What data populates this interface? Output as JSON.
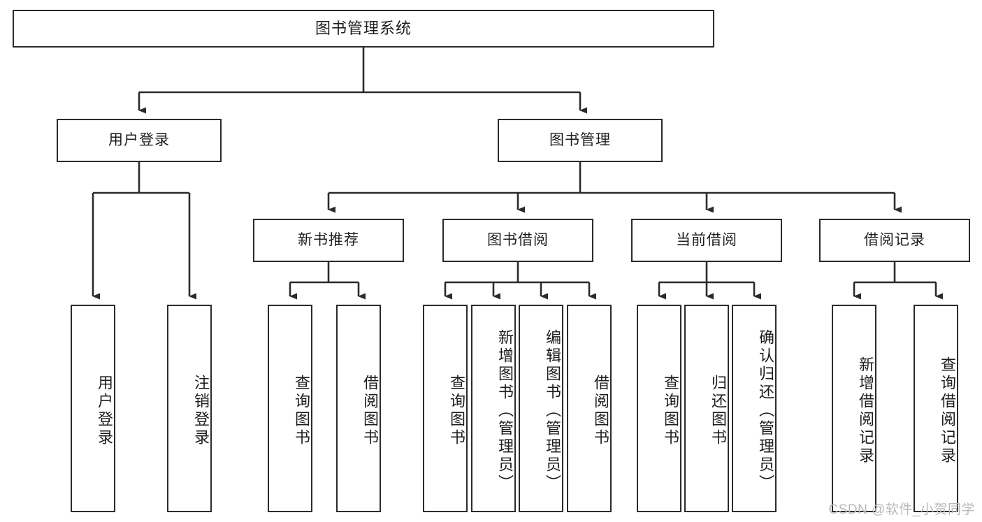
{
  "diagram": {
    "title": "图书管理系统",
    "type": "tree-hierarchy",
    "orientation": "top-down",
    "colors": {
      "box_border": "#2b2b2b",
      "box_fill": "#ffffff",
      "edge": "#2b2b2b",
      "text": "#1d1d1d",
      "watermark": "#b9b9b9",
      "background": "#ffffff"
    },
    "watermark": "CSDN @软件_小贺同学"
  },
  "nodes": {
    "root": {
      "label": "图书管理系统",
      "level": 1
    },
    "level2": [
      {
        "id": "user-login",
        "label": "用户登录"
      },
      {
        "id": "book-manage",
        "label": "图书管理"
      }
    ],
    "level3": [
      {
        "id": "new-book-rec",
        "label": "新书推荐"
      },
      {
        "id": "book-borrow",
        "label": "图书借阅"
      },
      {
        "id": "current-borrow",
        "label": "当前借阅"
      },
      {
        "id": "borrow-record",
        "label": "借阅记录"
      }
    ],
    "leaves": {
      "user_login": [
        {
          "id": "leaf-user-login",
          "label": "用户登录"
        },
        {
          "id": "leaf-logout-login",
          "label": "注销登录"
        }
      ],
      "new_book_rec": [
        {
          "id": "leaf-query-book-1",
          "label": "查询图书"
        },
        {
          "id": "leaf-borrow-book-1",
          "label": "借阅图书"
        }
      ],
      "book_borrow": [
        {
          "id": "leaf-query-book-2",
          "label": "查询图书"
        },
        {
          "id": "leaf-add-book",
          "label": "新增图书（管理员）"
        },
        {
          "id": "leaf-edit-book",
          "label": "编辑图书（管理员）"
        },
        {
          "id": "leaf-borrow-book-2",
          "label": "借阅图书"
        }
      ],
      "current_borrow": [
        {
          "id": "leaf-query-book-3",
          "label": "查询图书"
        },
        {
          "id": "leaf-return-book",
          "label": "归还图书"
        },
        {
          "id": "leaf-confirm-return",
          "label": "确认归还（管理员）"
        }
      ],
      "borrow_record": [
        {
          "id": "leaf-add-record",
          "label": "新增借阅记录"
        },
        {
          "id": "leaf-query-record",
          "label": "查询借阅记录"
        }
      ]
    }
  }
}
